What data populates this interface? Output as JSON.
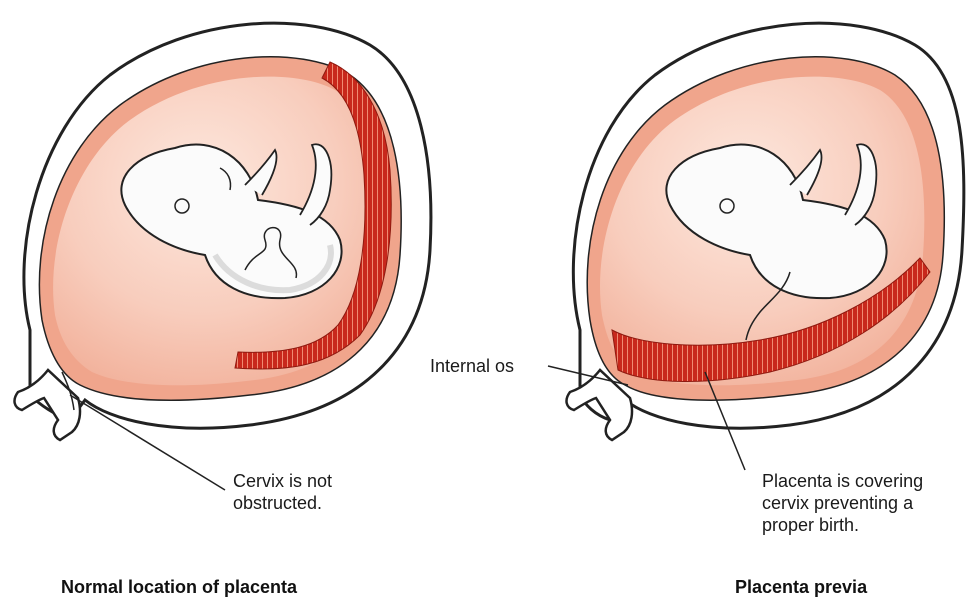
{
  "panels": {
    "left": {
      "caption": "Normal location of placenta",
      "callout_cervix": "Cervix is not\nobstructed."
    },
    "right": {
      "caption": "Placenta previa",
      "callout_os": "Internal os",
      "callout_placenta": "Placenta is covering\ncervix preventing a\nproper birth."
    }
  },
  "colors": {
    "outline": "#222222",
    "uterus_wall": "#f2b9a4",
    "amniotic_fluid": "#f6c9b8",
    "fluid_highlight": "#fbe3d8",
    "placenta": "#c8281c",
    "placenta_light": "#e86a55",
    "fetus": "#fbfbfb",
    "fetus_shadow": "#dcdcdc"
  }
}
